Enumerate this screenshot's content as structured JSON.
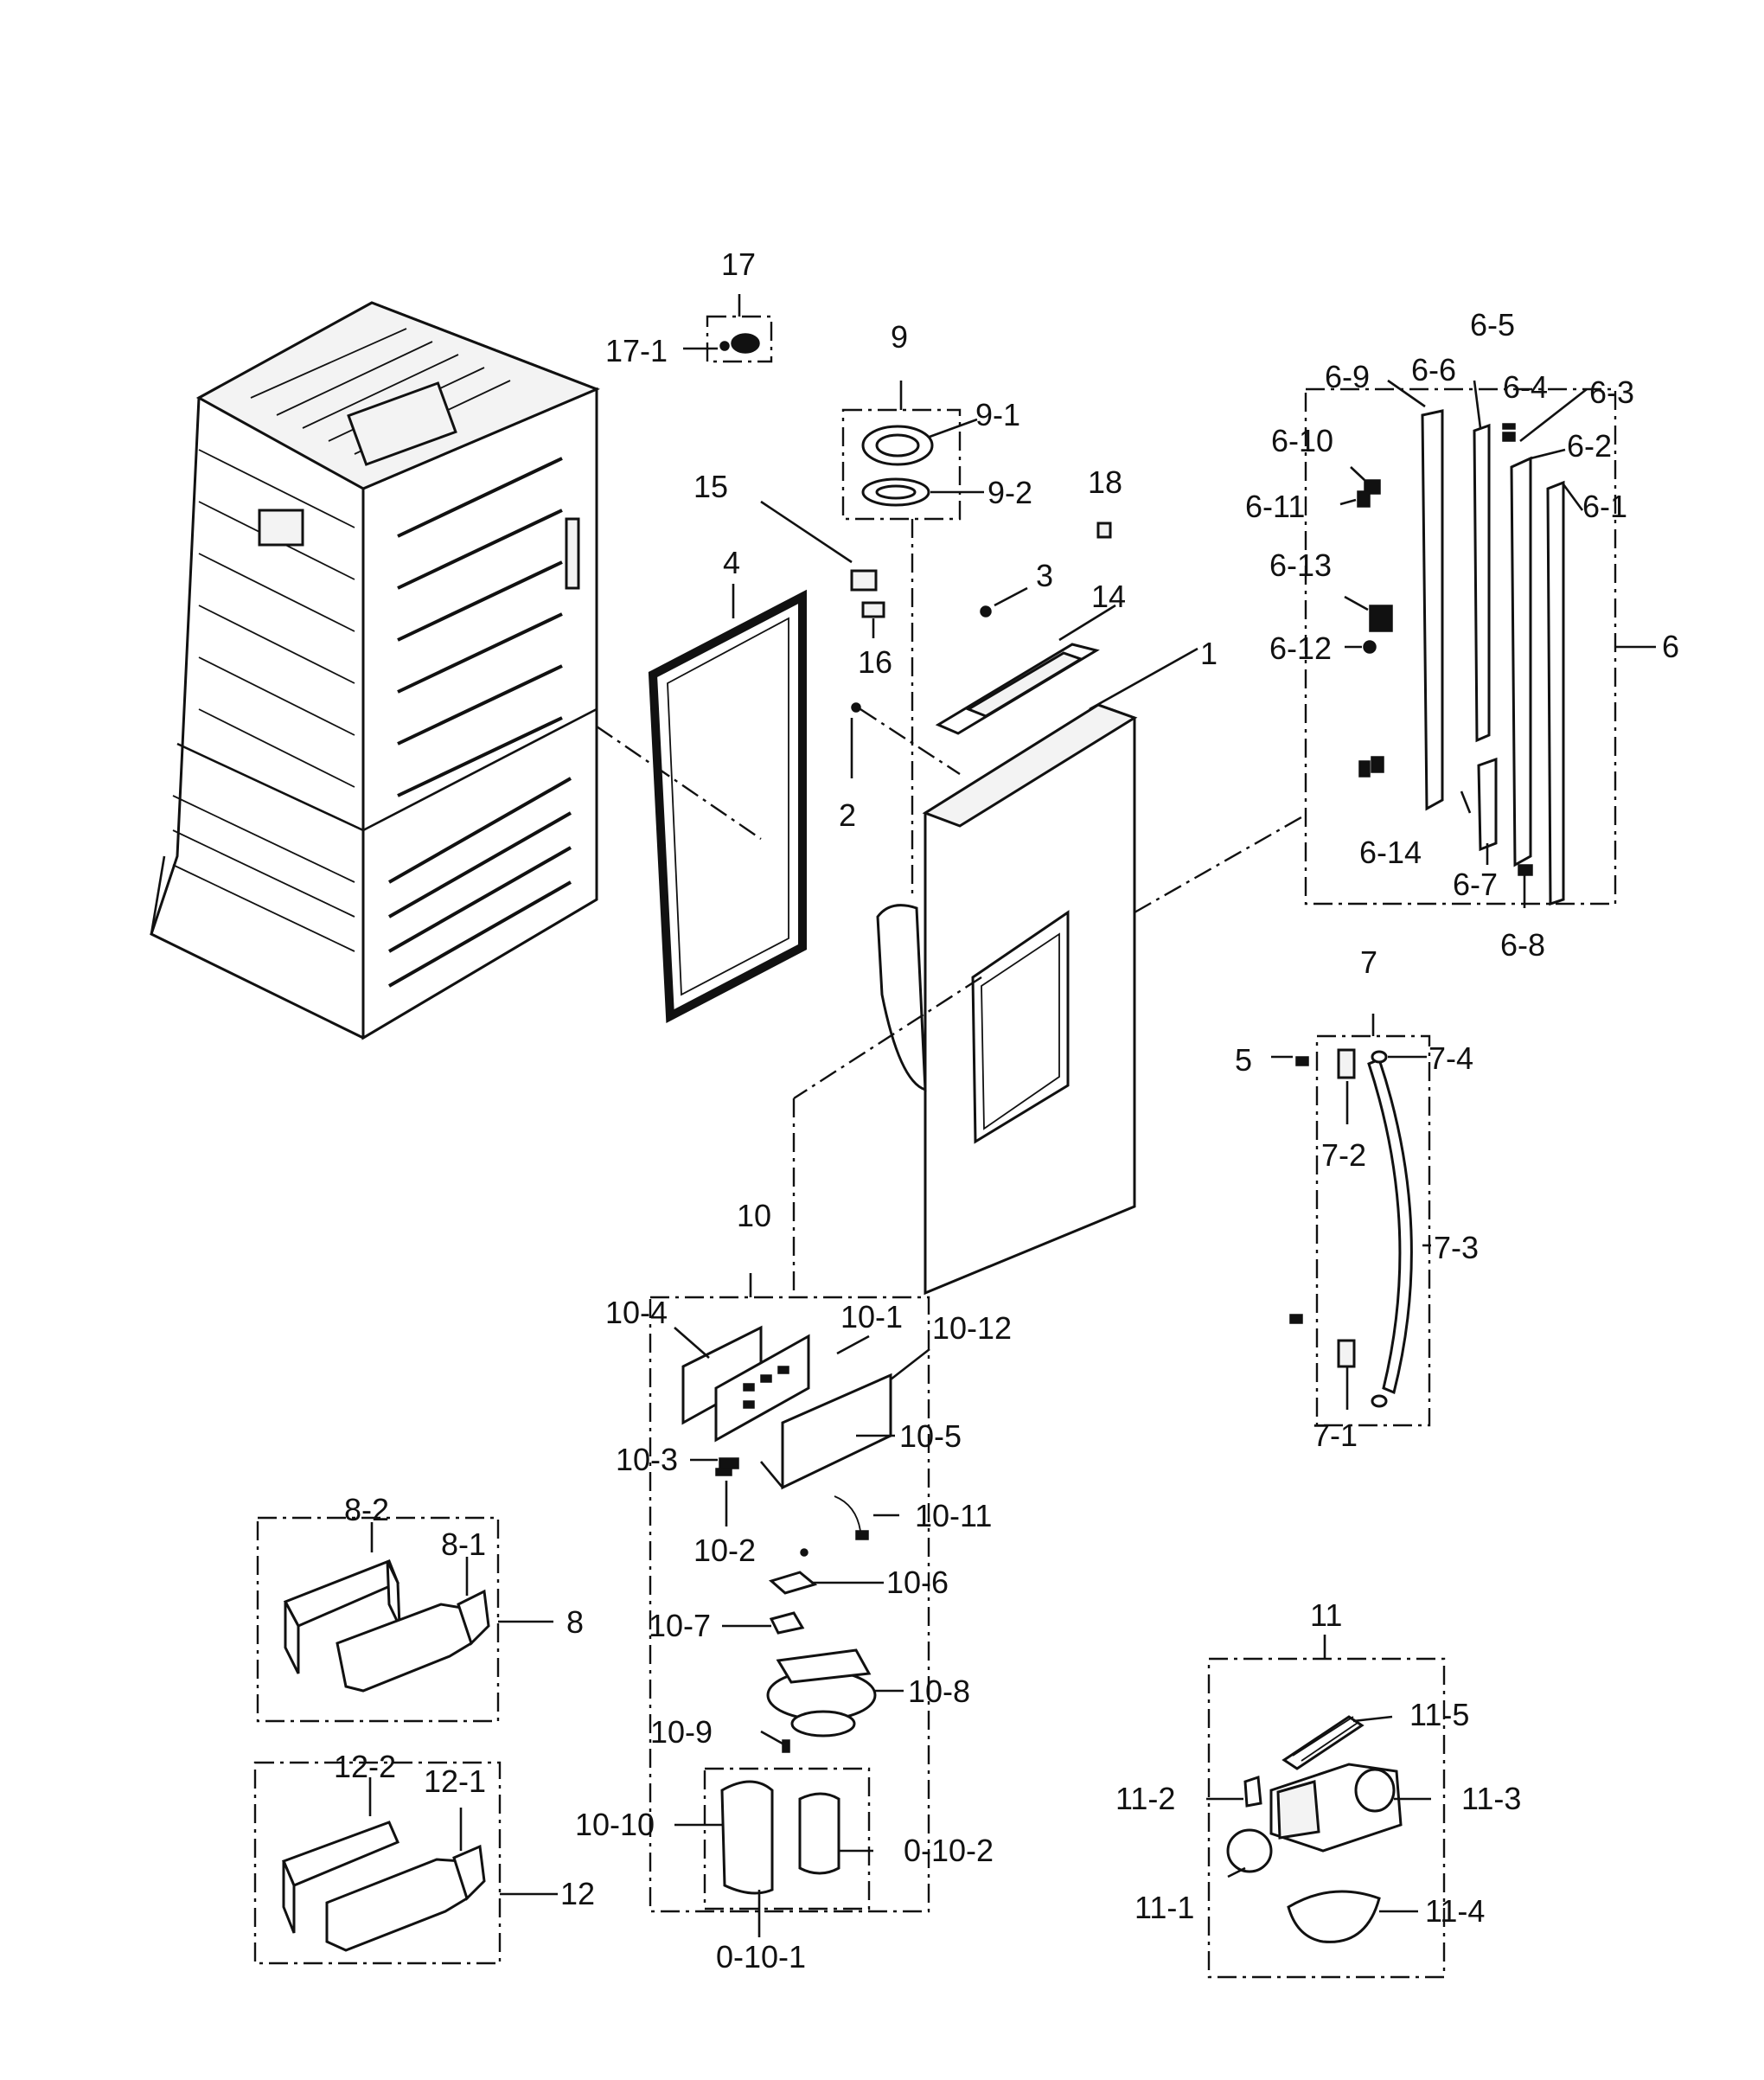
{
  "diagram": {
    "callouts": {
      "c1": "1",
      "c2": "2",
      "c3": "3",
      "c4": "4",
      "c5": "5",
      "c6": "6",
      "c6_1": "6-1",
      "c6_2": "6-2",
      "c6_3": "6-3",
      "c6_4": "6-4",
      "c6_5": "6-5",
      "c6_6": "6-6",
      "c6_7": "6-7",
      "c6_8": "6-8",
      "c6_9": "6-9",
      "c6_10": "6-10",
      "c6_11": "6-11",
      "c6_12": "6-12",
      "c6_13": "6-13",
      "c6_14": "6-14",
      "c7": "7",
      "c7_1": "7-1",
      "c7_2": "7-2",
      "c7_3": "7-3",
      "c7_4": "7-4",
      "c8": "8",
      "c8_1": "8-1",
      "c8_2": "8-2",
      "c9": "9",
      "c9_1": "9-1",
      "c9_2": "9-2",
      "c10": "10",
      "c10_1": "10-1",
      "c10_2": "10-2",
      "c10_3": "10-3",
      "c10_4": "10-4",
      "c10_5": "10-5",
      "c10_6": "10-6",
      "c10_7": "10-7",
      "c10_8": "10-8",
      "c10_9": "10-9",
      "c10_10": "10-10",
      "c10_11": "10-11",
      "c10_12": "10-12",
      "c0_10_1": "0-10-1",
      "c0_10_2": "0-10-2",
      "c11": "11",
      "c11_1": "11-1",
      "c11_2": "11-2",
      "c11_3": "11-3",
      "c11_4": "11-4",
      "c11_5": "11-5",
      "c12": "12",
      "c12_1": "12-1",
      "c12_2": "12-2",
      "c14": "14",
      "c15": "15",
      "c16": "16",
      "c17": "17",
      "c17_1": "17-1",
      "c18": "18"
    }
  }
}
